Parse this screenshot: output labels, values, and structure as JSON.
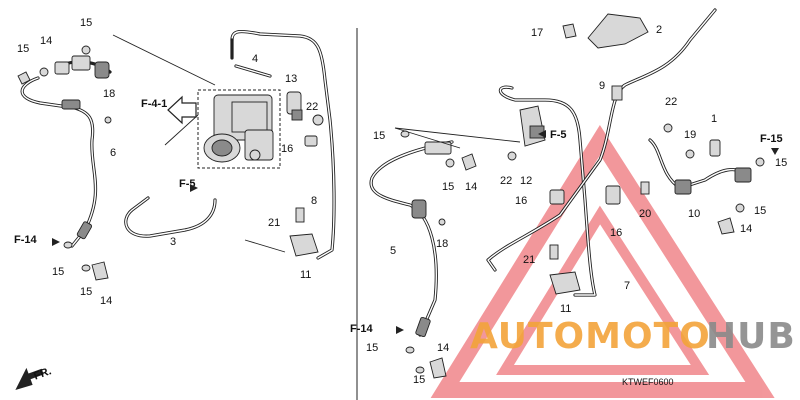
{
  "diagram": {
    "code": "KTWEF0600",
    "front_label": "FR.",
    "watermark_auto": "AUTOMOTO",
    "watermark_hub": "HUB",
    "colors": {
      "watermark_orange": "#f3a43a",
      "watermark_red": "#e9434a",
      "watermark_grey": "#8a8a8a",
      "line": "#222222"
    },
    "refs": [
      "F-4-1",
      "F-5",
      "F-5",
      "F-14",
      "F-14",
      "F-15"
    ],
    "callouts": [
      "15",
      "14",
      "15",
      "18",
      "6",
      "F-14",
      "15",
      "15",
      "14",
      "4",
      "13",
      "22",
      "16",
      "F-5",
      "3",
      "21",
      "11",
      "8",
      "15",
      "15",
      "14",
      "5",
      "18",
      "F-14",
      "15",
      "15",
      "14",
      "17",
      "2",
      "9",
      "22",
      "19",
      "1",
      "15",
      "22",
      "12",
      "16",
      "20",
      "10",
      "15",
      "14",
      "21",
      "11",
      "7",
      "16",
      "F-15"
    ]
  }
}
